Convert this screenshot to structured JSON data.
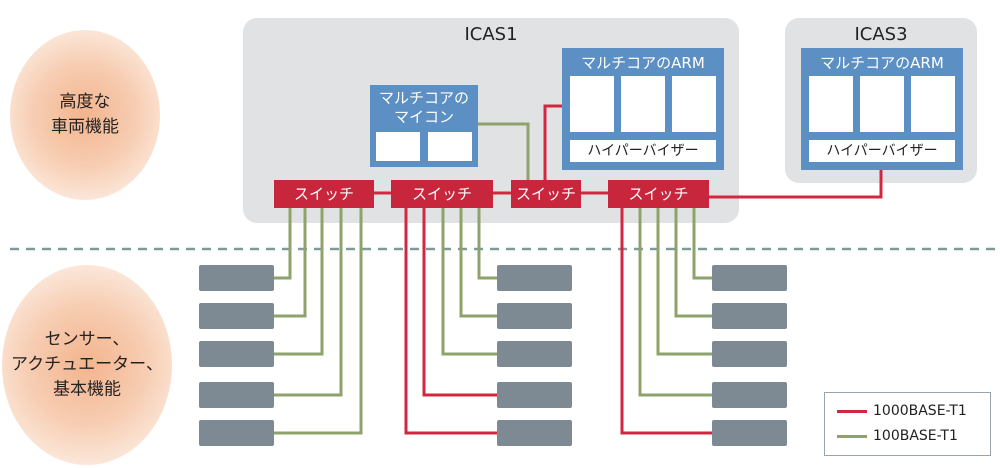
{
  "zones": {
    "upper_label": "高度な\n車両機能",
    "lower_label": "センサー、\nアクチュエーター、\n基本機能"
  },
  "icas1": {
    "title": "ICAS1",
    "mcu_label": "マルチコアの\nマイコン",
    "arm_label": "マルチコアのARM",
    "hypervisor_label": "ハイパーバイザー"
  },
  "icas3": {
    "title": "ICAS3",
    "arm_label": "マルチコアのARM",
    "hypervisor_label": "ハイパーバイザー"
  },
  "switches": [
    "スイッチ",
    "スイッチ",
    "スイッチ",
    "スイッチ"
  ],
  "legend": {
    "items": [
      {
        "label": "1000BASE-T1",
        "color": "#d1283f"
      },
      {
        "label": "100BASE-T1",
        "color": "#8ea36b"
      }
    ]
  },
  "colors": {
    "gigabit": "#d1283f",
    "fast_ethernet": "#8ea36b",
    "switch": "#c8263c",
    "cpu": "#5c8fc3",
    "panel": "#e1e2e4",
    "device": "#7d8a93",
    "divider": "#7f9a9a"
  }
}
